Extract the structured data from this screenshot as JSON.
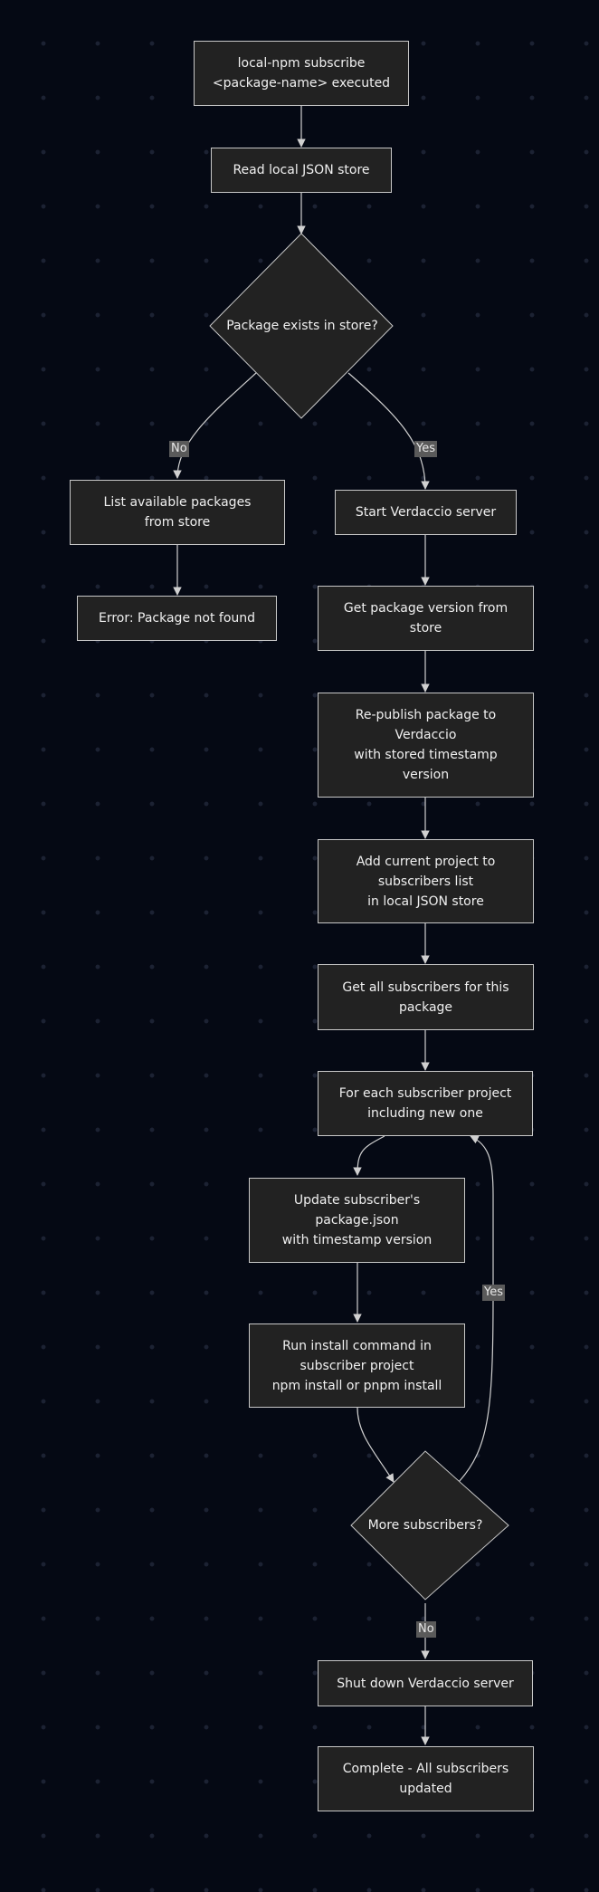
{
  "nodes": {
    "start": "local-npm subscribe\n<package-name> executed",
    "read_store": "Read local JSON store",
    "exists": "Package exists in store?",
    "list_packages": "List available packages\nfrom store",
    "error": "Error: Package not found",
    "start_verdaccio": "Start Verdaccio server",
    "get_version": "Get package version from\nstore",
    "republish": "Re-publish package to\nVerdaccio\nwith stored timestamp\nversion",
    "add_project": "Add current project to\nsubscribers list\nin local JSON store",
    "get_subscribers": "Get all subscribers for this\npackage",
    "for_each": "For each subscriber project\nincluding new one",
    "update_pkg": "Update subscriber's\npackage.json\nwith timestamp version",
    "run_install": "Run install command in\nsubscriber project\nnpm install or pnpm install",
    "more": "More subscribers?",
    "shutdown": "Shut down Verdaccio server",
    "complete": "Complete - All subscribers\nupdated"
  },
  "edge_labels": {
    "exists_no": "No",
    "exists_yes": "Yes",
    "more_yes": "Yes",
    "more_no": "No"
  },
  "colors": {
    "background": "#050914",
    "node_fill": "#222222",
    "node_border": "#c8c8c8",
    "edge": "#d0d0d0",
    "label_bg": "#5a5a5a"
  }
}
